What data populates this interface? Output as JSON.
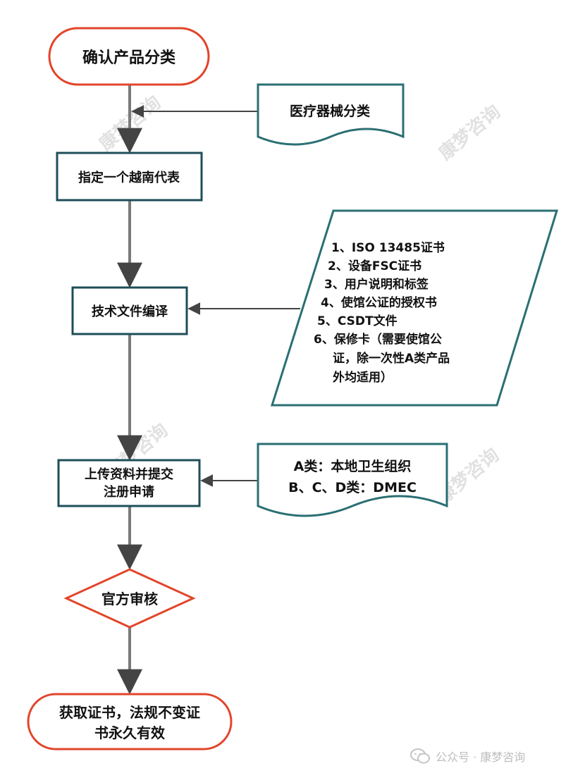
{
  "colors": {
    "terminal_stroke": "#e2452a",
    "process_stroke": "#1e4e58",
    "document_stroke": "#2a6f73",
    "arrow": "#7a7a7a",
    "arrow_head": "#444444",
    "watermark": "#c9c9c9"
  },
  "nodes": {
    "confirm_classification": "确认产品分类",
    "device_classification": "医疗器械分类",
    "appoint_representative": "指定一个越南代表",
    "tech_docs": "技术文件编译",
    "upload_submit": [
      "上传资料并提交",
      "注册申请"
    ],
    "official_review": "官方审核",
    "obtain_certificate": [
      "获取证书，法规不变证",
      "书永久有效"
    ]
  },
  "documents_list": {
    "lines": [
      "1、ISO 13485证书",
      "2、设备FSC证书",
      "3、用户说明和标签",
      "4、使馆公证的授权书",
      "5、CSDT文件",
      "6、保修卡（需要使馆公",
      "证，除一次性A类产品",
      "外均适用）"
    ]
  },
  "submission_authority": {
    "lines": [
      "A类：本地卫生组织",
      "B、C、D类：DMEC"
    ]
  },
  "watermark": {
    "text": "康梦咨询",
    "footer": "公众号 · 康梦咨询"
  },
  "icons": {
    "footer_icon": "wechat-icon"
  }
}
